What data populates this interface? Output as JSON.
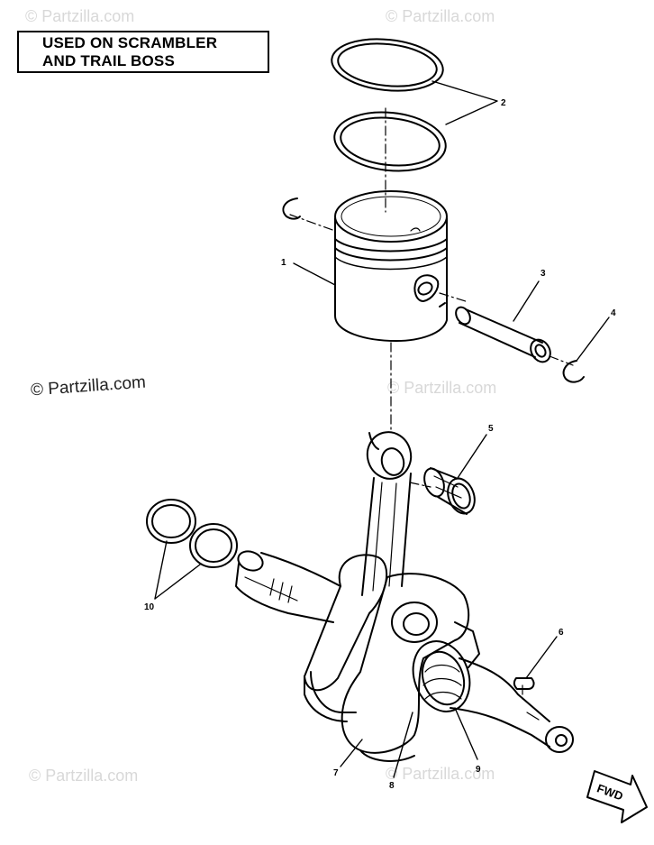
{
  "header": {
    "line1": "USED ON SCRAMBLER",
    "line2": "AND TRAIL BOSS"
  },
  "watermarks": {
    "text": "© Partzilla.com"
  },
  "callouts": [
    "1",
    "2",
    "3",
    "4",
    "5",
    "6",
    "7",
    "8",
    "9",
    "10"
  ],
  "direction": {
    "label": "FWD"
  }
}
